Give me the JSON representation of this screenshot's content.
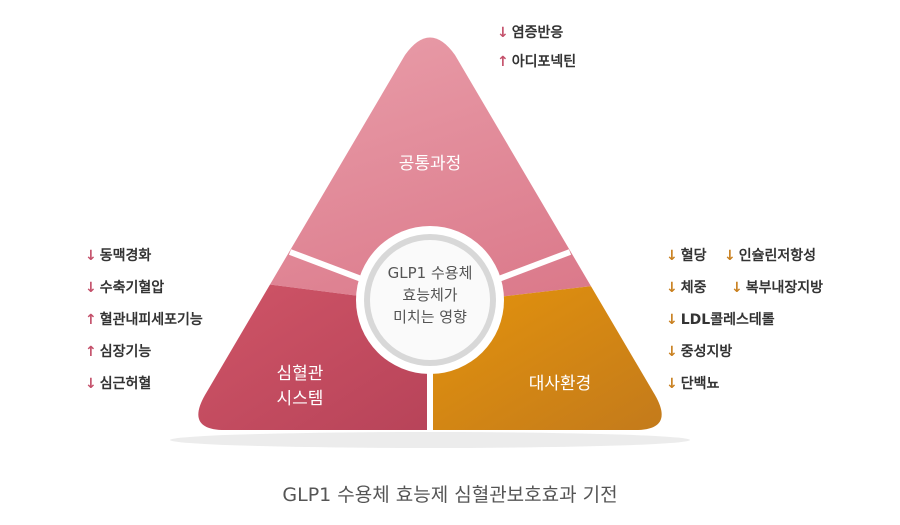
{
  "sections": {
    "top": "공통과정",
    "left": [
      "심혈관",
      "시스템"
    ],
    "right": "대사환경"
  },
  "center": [
    "GLP1 수용체",
    "효능체가",
    "미치는 영향"
  ],
  "top_effects": [
    {
      "dir": "down",
      "text": "염증반응"
    },
    {
      "dir": "up",
      "text": "아디포넥틴"
    }
  ],
  "left_effects": [
    {
      "dir": "down",
      "text": "동맥경화"
    },
    {
      "dir": "down",
      "text": "수축기혈압"
    },
    {
      "dir": "up",
      "text": "혈관내피세포기능"
    },
    {
      "dir": "up",
      "text": "심장기능"
    },
    {
      "dir": "down",
      "text": "심근허혈"
    }
  ],
  "right_effects": [
    {
      "dir": "down",
      "text": "혈당"
    },
    {
      "dir": "down",
      "text": "인슐린저항성"
    },
    {
      "dir": "down",
      "text": "체중"
    },
    {
      "dir": "down",
      "text": "복부내장지방"
    },
    {
      "dir": "down",
      "text": "LDL콜레스테롤"
    },
    {
      "dir": "down",
      "text": "중성지방"
    },
    {
      "dir": "down",
      "text": "단백뇨"
    }
  ],
  "arrows": {
    "up": "↑",
    "down": "↓"
  },
  "title": "GLP1 수용체 효능제 심혈관보호효과 기전",
  "colors": {
    "top": "#df8a98",
    "left": "#c84c5f",
    "right": "#d98a17"
  }
}
